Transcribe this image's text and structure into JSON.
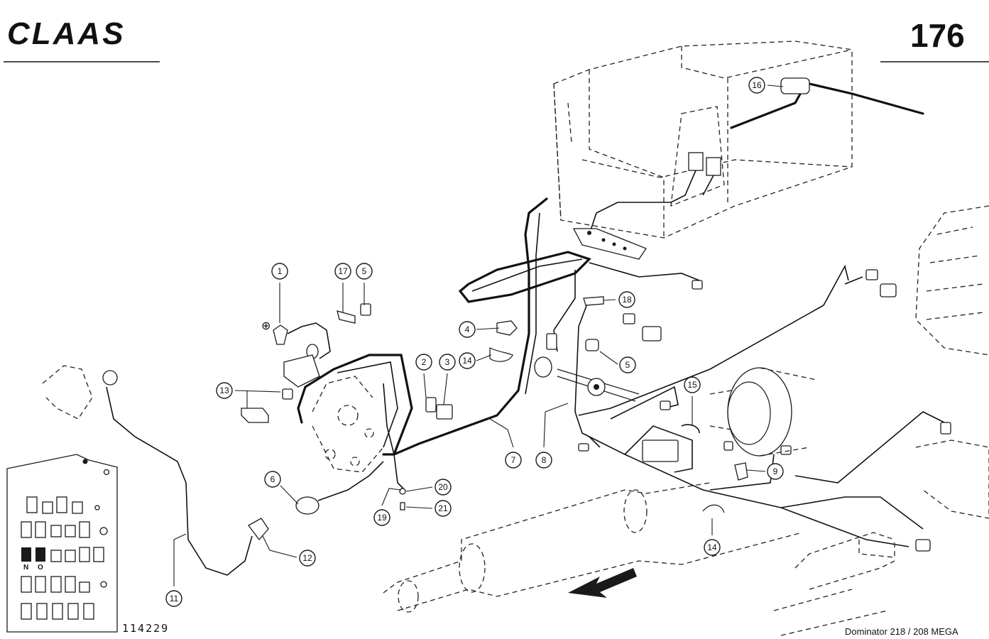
{
  "header": {
    "brand": "CLAAS",
    "page_number": "176"
  },
  "footer": {
    "drawing_number": "114229",
    "model": "Dominator 218 / 208 MEGA"
  },
  "fuse_box": {
    "labels": [
      "N",
      "O"
    ]
  },
  "callouts": [
    {
      "id": "c1",
      "label": "1"
    },
    {
      "id": "c17",
      "label": "17"
    },
    {
      "id": "c5a",
      "label": "5"
    },
    {
      "id": "c4",
      "label": "4"
    },
    {
      "id": "c14a",
      "label": "14"
    },
    {
      "id": "c2",
      "label": "2"
    },
    {
      "id": "c3",
      "label": "3"
    },
    {
      "id": "c13",
      "label": "13"
    },
    {
      "id": "c7",
      "label": "7"
    },
    {
      "id": "c8",
      "label": "8"
    },
    {
      "id": "c6",
      "label": "6"
    },
    {
      "id": "c19",
      "label": "19"
    },
    {
      "id": "c20",
      "label": "20"
    },
    {
      "id": "c21",
      "label": "21"
    },
    {
      "id": "c12",
      "label": "12"
    },
    {
      "id": "c11",
      "label": "11"
    },
    {
      "id": "c16",
      "label": "16"
    },
    {
      "id": "c18",
      "label": "18"
    },
    {
      "id": "c5b",
      "label": "5"
    },
    {
      "id": "c15",
      "label": "15"
    },
    {
      "id": "c9",
      "label": "9"
    },
    {
      "id": "c14b",
      "label": "14"
    }
  ],
  "symbols": {
    "plus": "⊕"
  }
}
